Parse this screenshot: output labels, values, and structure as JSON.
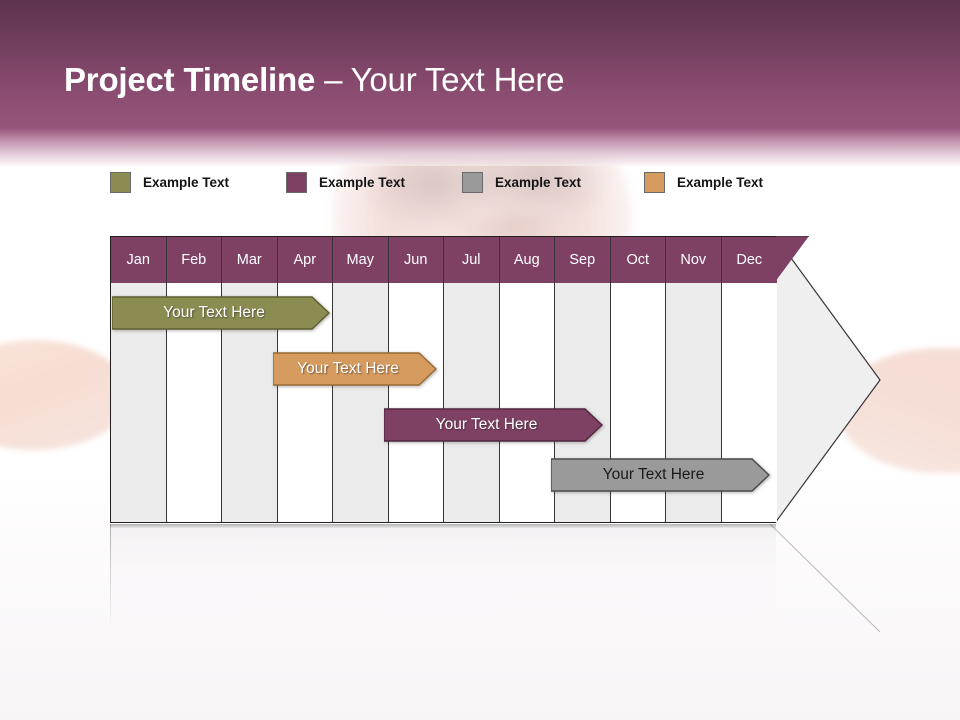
{
  "header": {
    "title_strong": "Project Timeline",
    "title_dash": " – ",
    "title_light": "Your Text Here",
    "bg_gradient_top": "#5d3350",
    "bg_gradient_bottom": "#96547b"
  },
  "legend": {
    "items": [
      {
        "label": "Example Text",
        "color": "#8b8c52"
      },
      {
        "label": "Example Text",
        "color": "#7e4164"
      },
      {
        "label": "Example Text",
        "color": "#9a9a9a"
      },
      {
        "label": "Example Text",
        "color": "#d69b5e"
      }
    ]
  },
  "chart_data": {
    "type": "bar",
    "title": "Project Timeline",
    "xlabel": "",
    "ylabel": "",
    "categories": [
      "Jan",
      "Feb",
      "Mar",
      "Apr",
      "May",
      "Jun",
      "Jul",
      "Aug",
      "Sep",
      "Oct",
      "Nov",
      "Dec"
    ],
    "header_fill": "#7e4164",
    "header_text_color": "#ffffff",
    "column_shade_color": "#ebebeb",
    "column_plain_color": "#ffffff",
    "grid": true,
    "legend_position": "top",
    "series": [
      {
        "name": "Example Text",
        "label": "Your  Text Here",
        "color": "#8b8c52",
        "border": "#5e5f31",
        "text_color": "#ffffff",
        "start_month": "Jan",
        "end_month": "Apr",
        "row": 1
      },
      {
        "name": "Example Text",
        "label": "Your  Text Here",
        "color": "#d69b5e",
        "border": "#9a6a33",
        "text_color": "#ffffff",
        "start_month": "Apr",
        "end_month": "Jun",
        "row": 2
      },
      {
        "name": "Example Text",
        "label": "Your  Text Here",
        "color": "#7e4164",
        "border": "#52263f",
        "text_color": "#ffffff",
        "start_month": "Jun",
        "end_month": "Sep",
        "row": 3
      },
      {
        "name": "Example Text",
        "label": "Your  Text Here",
        "color": "#9a9a9a",
        "border": "#4b4b4b",
        "text_color": "#1a1a1a",
        "start_month": "Sep",
        "end_month": "Dec",
        "row": 4
      }
    ]
  }
}
